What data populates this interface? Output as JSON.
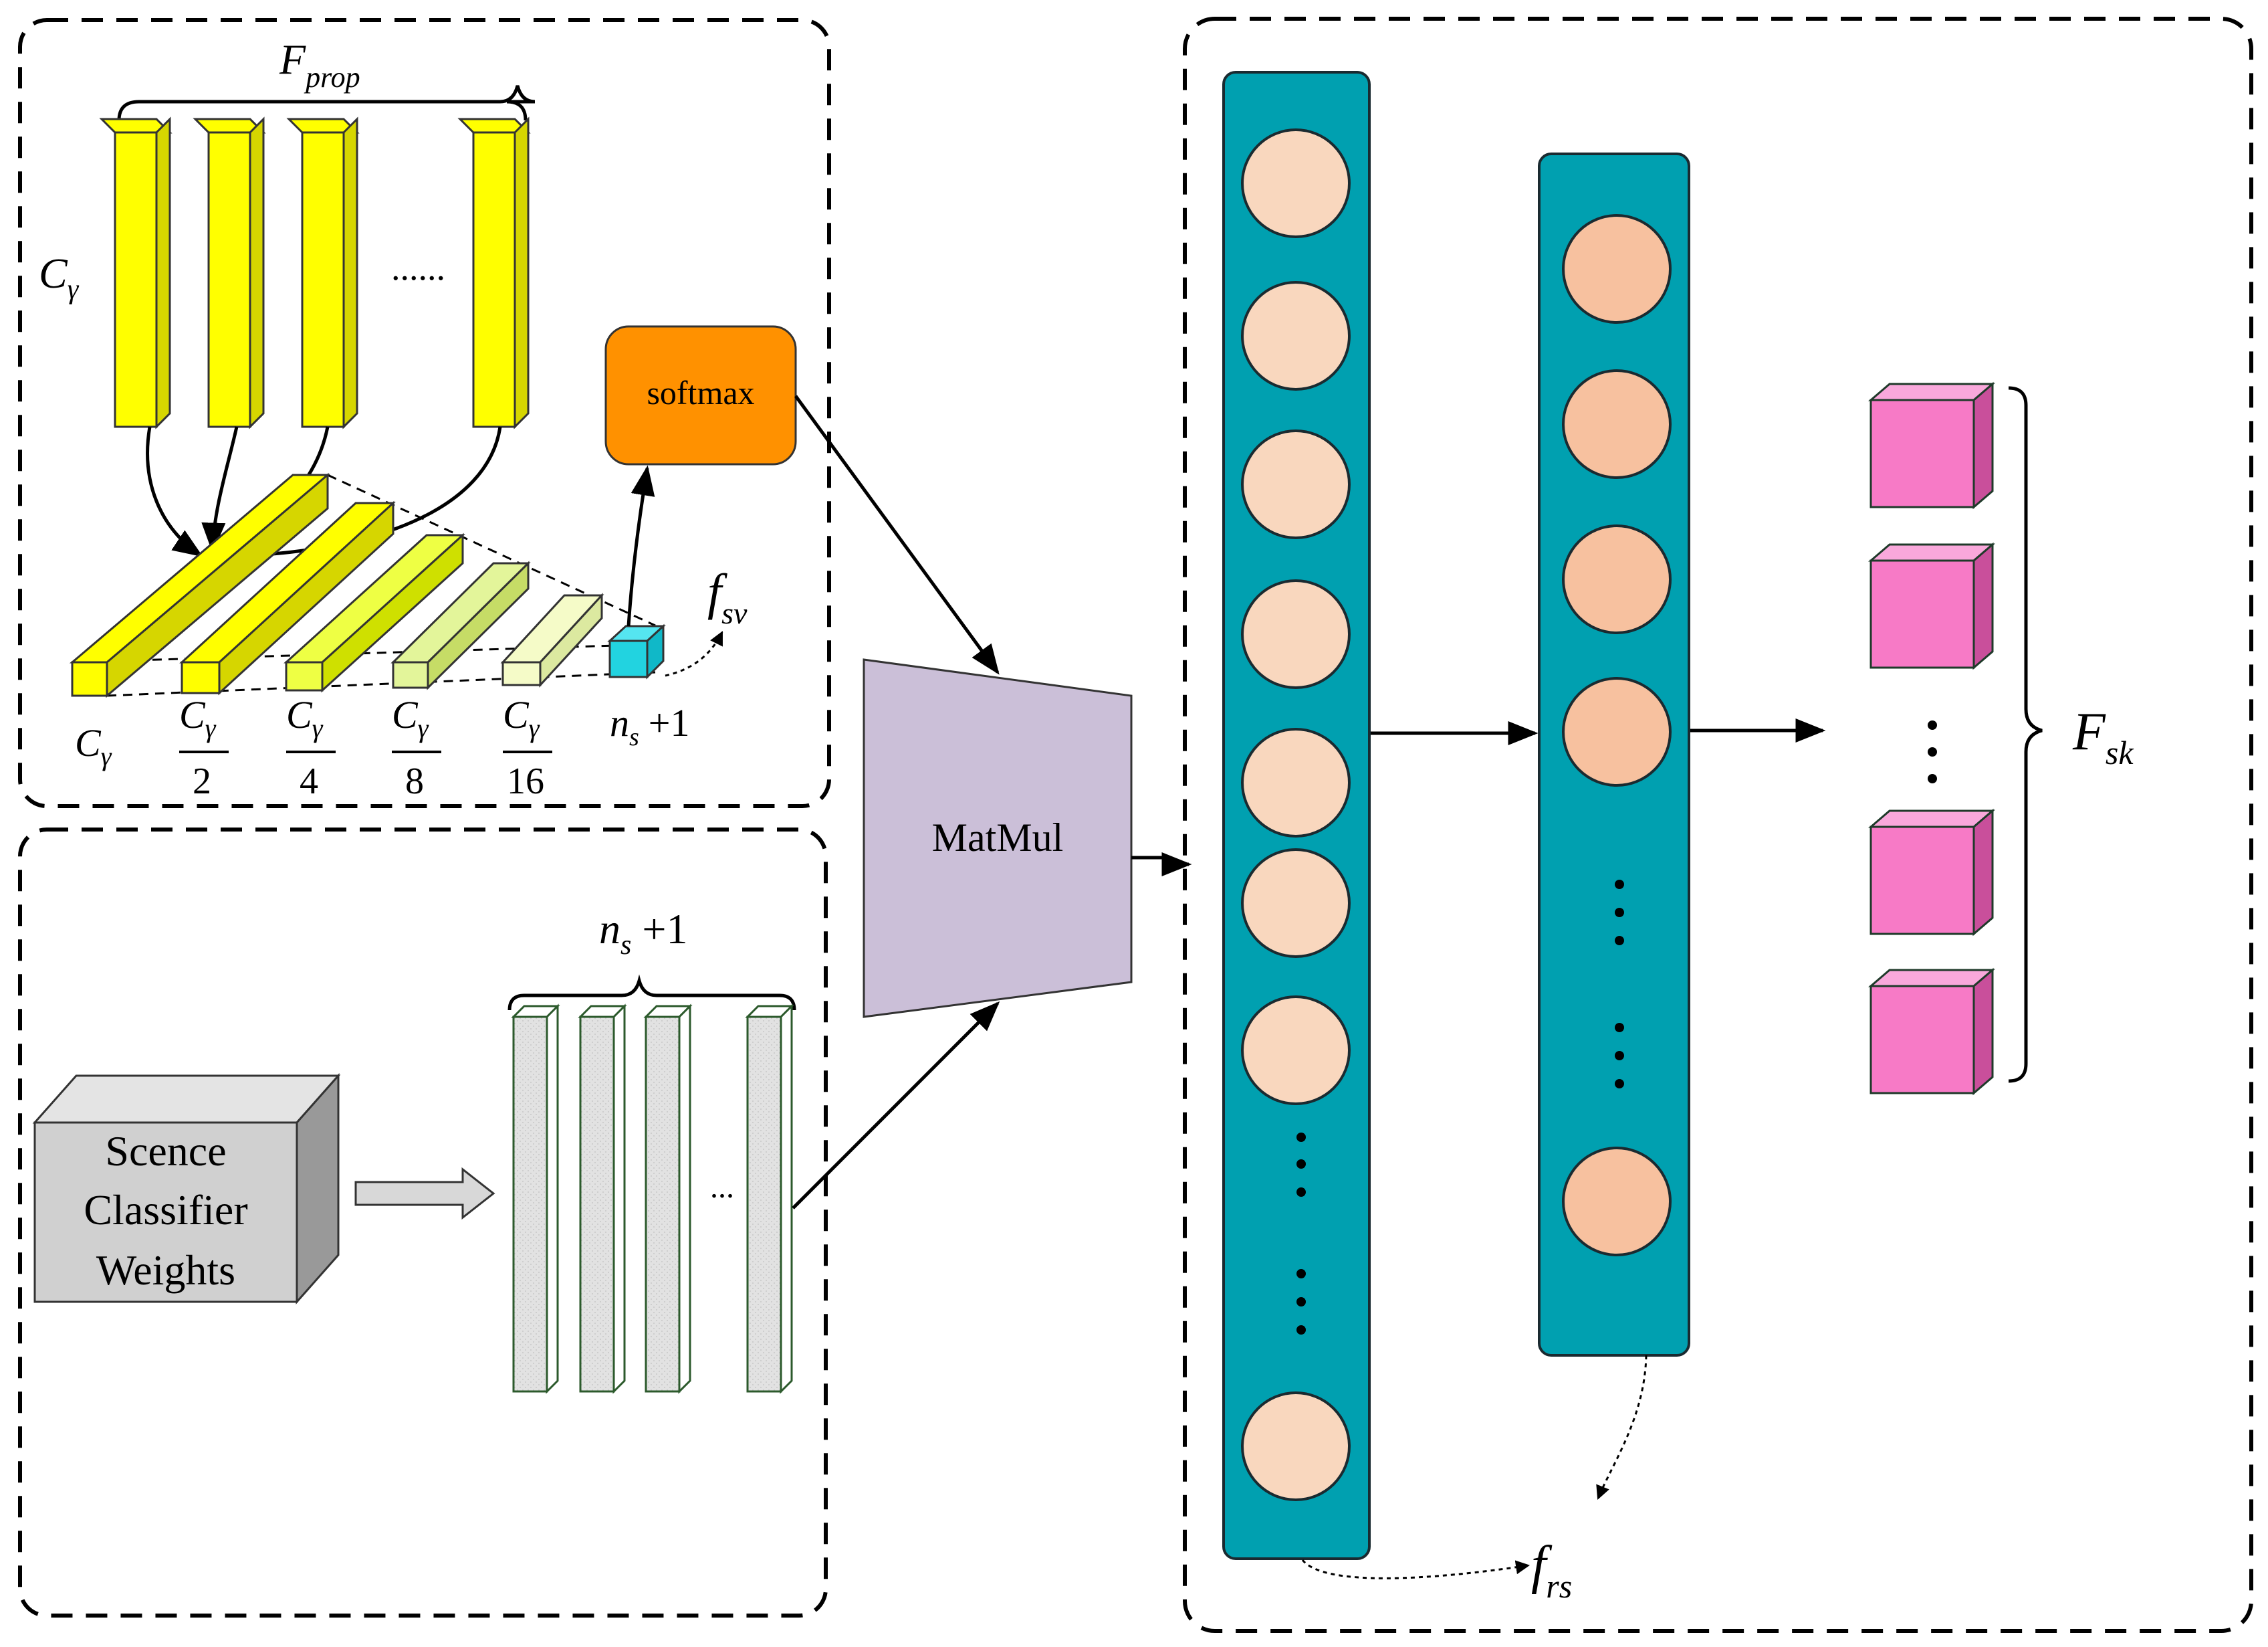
{
  "labels": {
    "f_prop": "F",
    "f_prop_sub": "prop",
    "c_gamma_main": "C",
    "gamma": "γ",
    "ellipsis_top": "......",
    "softmax": "softmax",
    "f_sv": "f",
    "f_sv_sub": "sv",
    "ns_plus_one_top_n": "n",
    "ns_plus_one_top_s": "s",
    "ns_plus_one_top_rest": "+1",
    "ns_plus_one_bottom_n": "n",
    "ns_plus_one_bottom_s": "s",
    "ns_plus_one_bottom_rest": "+1",
    "matmul": "MatMul",
    "scence": "Scence",
    "classifier": "Classifier",
    "weights": "Weights",
    "vec_ellipsis": "...",
    "f_sk": "F",
    "f_sk_sub": "sk",
    "f_rs": "f",
    "f_rs_sub": "rs"
  },
  "scale_labels": [
    {
      "num": "C",
      "sub": "γ",
      "den": ""
    },
    {
      "num": "C",
      "sub": "γ",
      "den": "2"
    },
    {
      "num": "C",
      "sub": "γ",
      "den": "4"
    },
    {
      "num": "C",
      "sub": "γ",
      "den": "8"
    },
    {
      "num": "C",
      "sub": "γ",
      "den": "16"
    }
  ],
  "colors": {
    "yellow": "#ffff00",
    "cyan": "#22d3e0",
    "softmax": "#ff9100",
    "matmul": "#cbbfd8",
    "teal": "#00a0b0",
    "node_light": "#f9d7be",
    "node_dark": "#f7c19f",
    "pink": "#f77ac6",
    "gray": "#d0d0d0"
  }
}
